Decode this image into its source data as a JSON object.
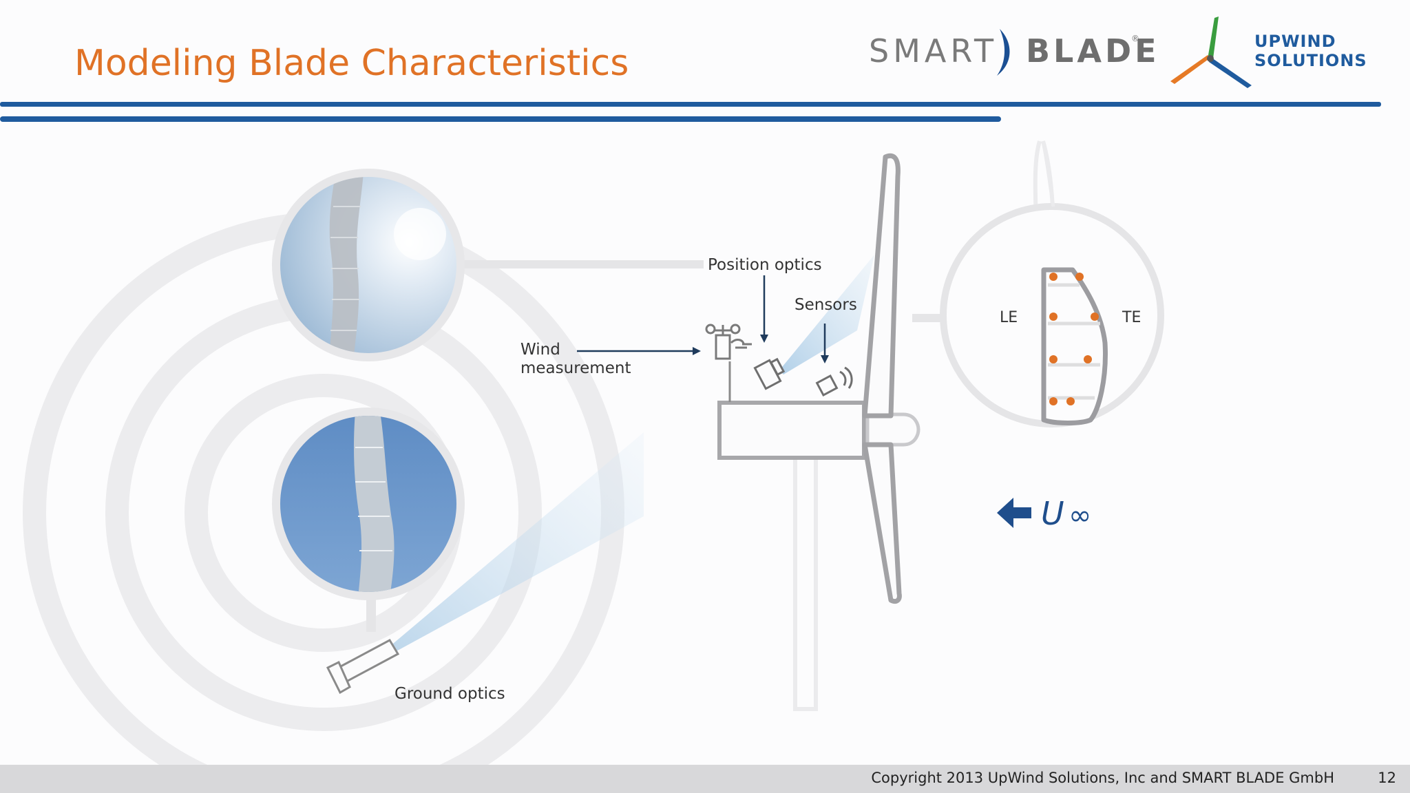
{
  "slide": {
    "title": "Modeling Blade Characteristics",
    "footer": "Copyright 2013 UpWind Solutions, Inc and SMART BLADE GmbH",
    "page_number": "12"
  },
  "logos": {
    "smart_blade": {
      "left": "SMART",
      "right": "BLADE",
      "registered": "®"
    },
    "upwind": {
      "line1": "UPWIND",
      "line2": "SOLUTIONS"
    }
  },
  "diagram": {
    "labels": {
      "position_optics": "Position optics",
      "sensors": "Sensors",
      "wind_line1": "Wind",
      "wind_line2": "measurement",
      "ground_optics": "Ground optics",
      "le": "LE",
      "te": "TE",
      "free_stream_symbol": "U",
      "free_stream_inf": "∞"
    }
  },
  "colors": {
    "title": "#e07226",
    "rule": "#1f5b9e",
    "arrow": "#1f4e8c",
    "sensor_dot": "#e07226",
    "beam": "#a9cbe6"
  }
}
